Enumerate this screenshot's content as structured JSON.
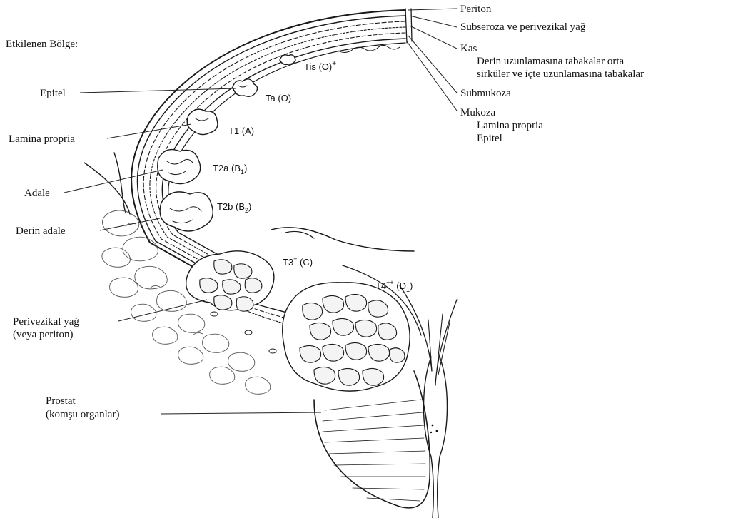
{
  "title": "Etkilenen Bölge:",
  "right_labels": {
    "periton": "Periton",
    "subseroza": "Subseroza ve perivezikal yağ",
    "kas": "Kas",
    "kas_sub1": "Derin uzunlamasına tabakalar orta",
    "kas_sub2": "sirküler ve içte uzunlamasına tabakalar",
    "submukoza": "Submukoza",
    "mukoza": "Mukoza",
    "mukoza_sub1": "Lamina propria",
    "mukoza_sub2": "Epitel"
  },
  "left_labels": {
    "epitel": "Epitel",
    "lamina_propria": "Lamina propria",
    "adale": "Adale",
    "derin_adale": "Derin adale",
    "perivezikal_1": "Perivezikal yağ",
    "perivezikal_2": "(veya periton)",
    "prostat_1": "Prostat",
    "prostat_2": "(komşu organlar)"
  },
  "stages": {
    "tis": "Tis (O)",
    "tis_sup": "+",
    "ta": "Ta (O)",
    "t1": "T1 (A)",
    "t2a": "T2a (B",
    "t2a_sub": "1",
    "t2a_close": ")",
    "t2b": "T2b (B",
    "t2b_sub": "2",
    "t2b_close": ")",
    "t3": "T3",
    "t3_sup": "+",
    "t3_rest": " (C)",
    "t4": "T4",
    "t4_sup": "++",
    "t4_rest": " (D",
    "t4_sub": "1",
    "t4_close": ")"
  }
}
